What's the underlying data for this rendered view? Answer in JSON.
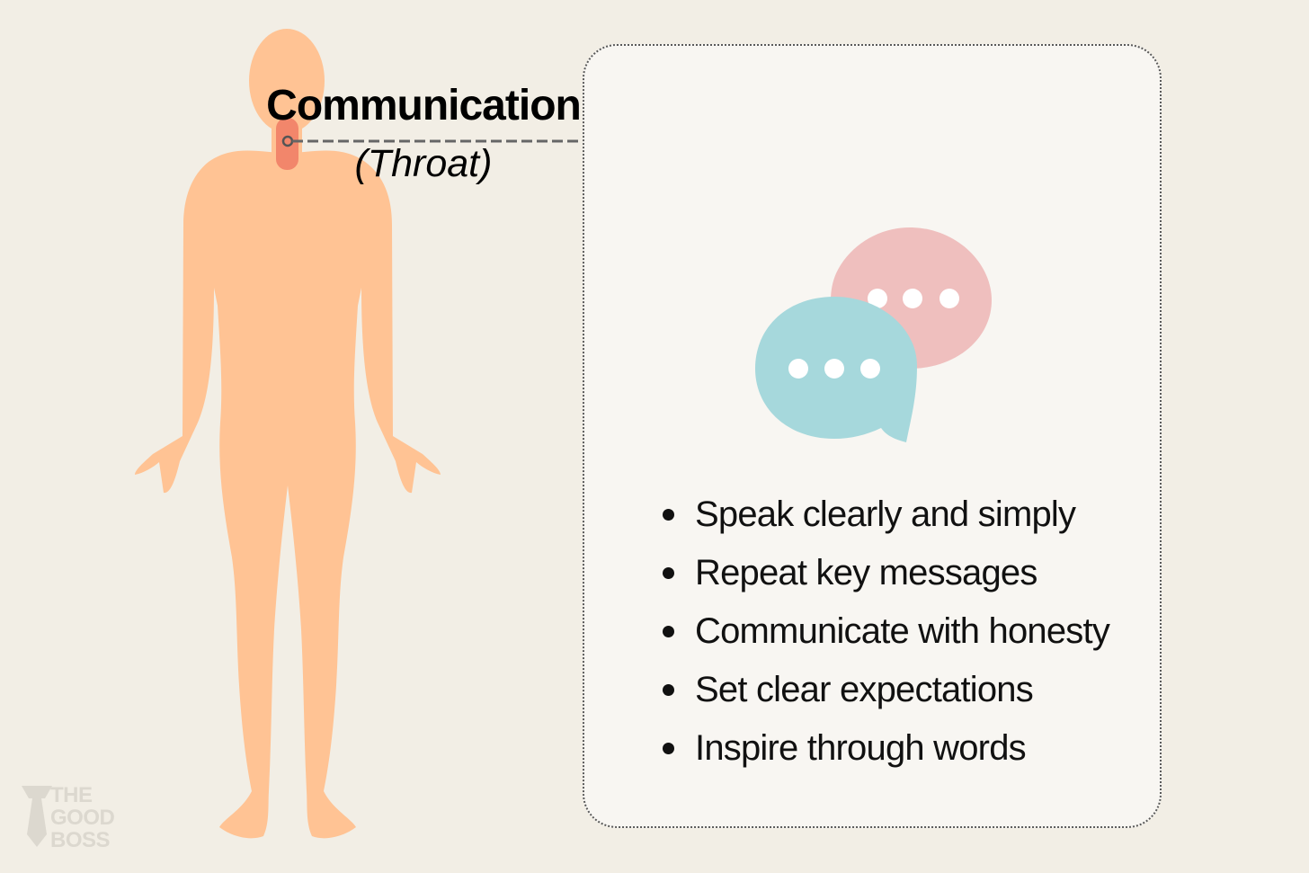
{
  "diagram": {
    "title": "Communication",
    "subtitle": "(Throat)",
    "bullets": [
      "Speak clearly and simply",
      "Repeat key messages",
      "Communicate with honesty",
      "Set clear expectations",
      "Inspire through words"
    ]
  },
  "logo": {
    "line1": "THE",
    "line2": "GOOD",
    "line3": "BOSS"
  },
  "icons": {
    "body": "human-body-silhouette",
    "throat": "throat-highlight-icon",
    "chat": "chat-bubbles-icon"
  },
  "colors": {
    "background": "#f2eee5",
    "card": "#f8f6f2",
    "body": "#ffc394",
    "throat": "#f2866b",
    "bubble_front": "#a6d8dc",
    "bubble_back": "#efbfbe",
    "connector": "#666666",
    "logo": "#dcd8cf"
  }
}
